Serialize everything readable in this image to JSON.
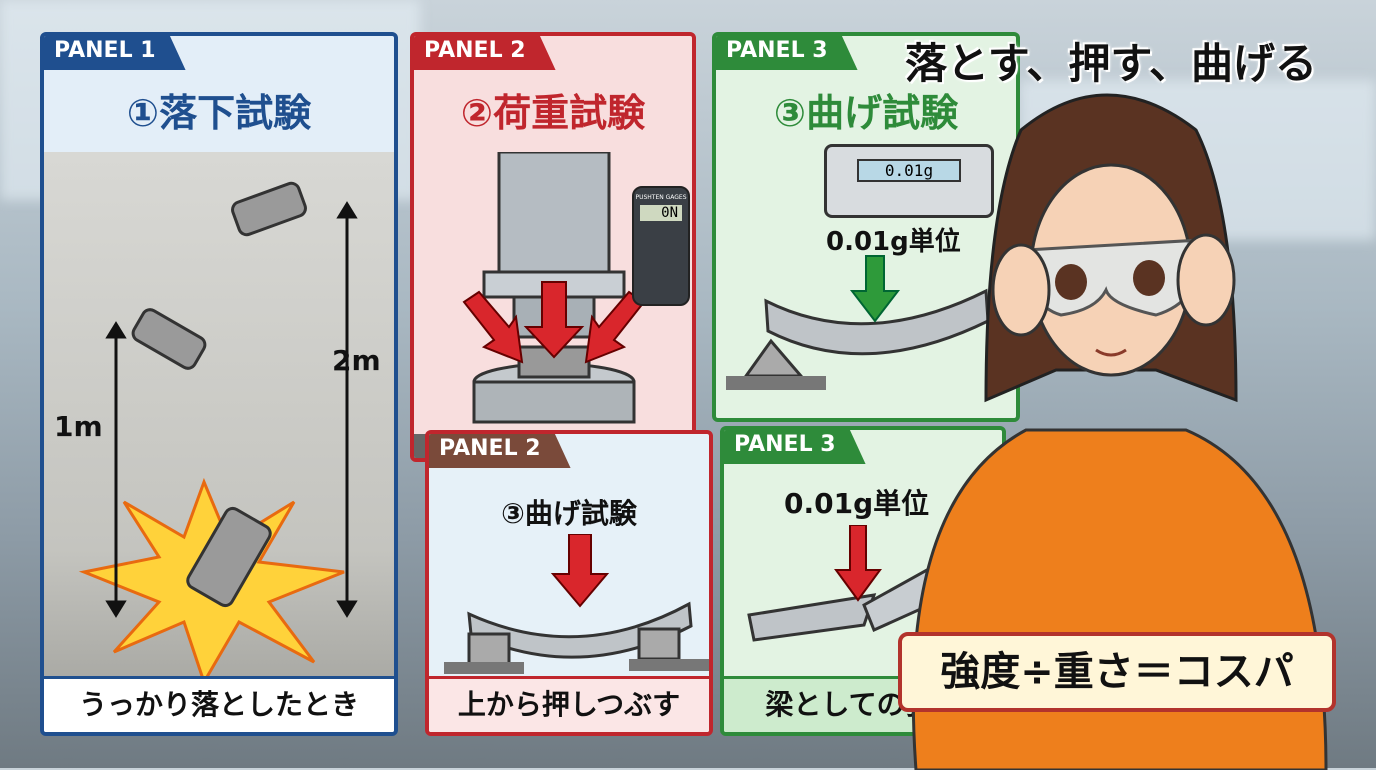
{
  "headline": "落とす、押す、曲げる",
  "formula": "強度÷重さ＝コスパ",
  "panels": [
    {
      "tab": "PANEL 1",
      "title": "①落下試験",
      "caption": "うっかり落としたとき",
      "labels": [
        "1m",
        "2m"
      ]
    },
    {
      "tab": "PANEL 2",
      "title": "②荷重試験",
      "gauge_brand": "PUSHTEN GAGES",
      "gauge_reading": "0N"
    },
    {
      "tab": "PANEL 3",
      "title": "③曲げ試験",
      "scale_reading": "0.01g",
      "label": "0.01g単位"
    },
    {
      "tab": "PANEL 2",
      "title": "③曲げ試験",
      "caption": "上から押しつぶす"
    },
    {
      "tab": "PANEL 3",
      "label": "0.01g単位",
      "caption": "梁としての強さ"
    }
  ],
  "colors": {
    "blue": "#1f4f8f",
    "red": "#c0262d",
    "green": "#2e8b3a",
    "brown": "#7a4a3a",
    "orange": "#e8821e"
  }
}
